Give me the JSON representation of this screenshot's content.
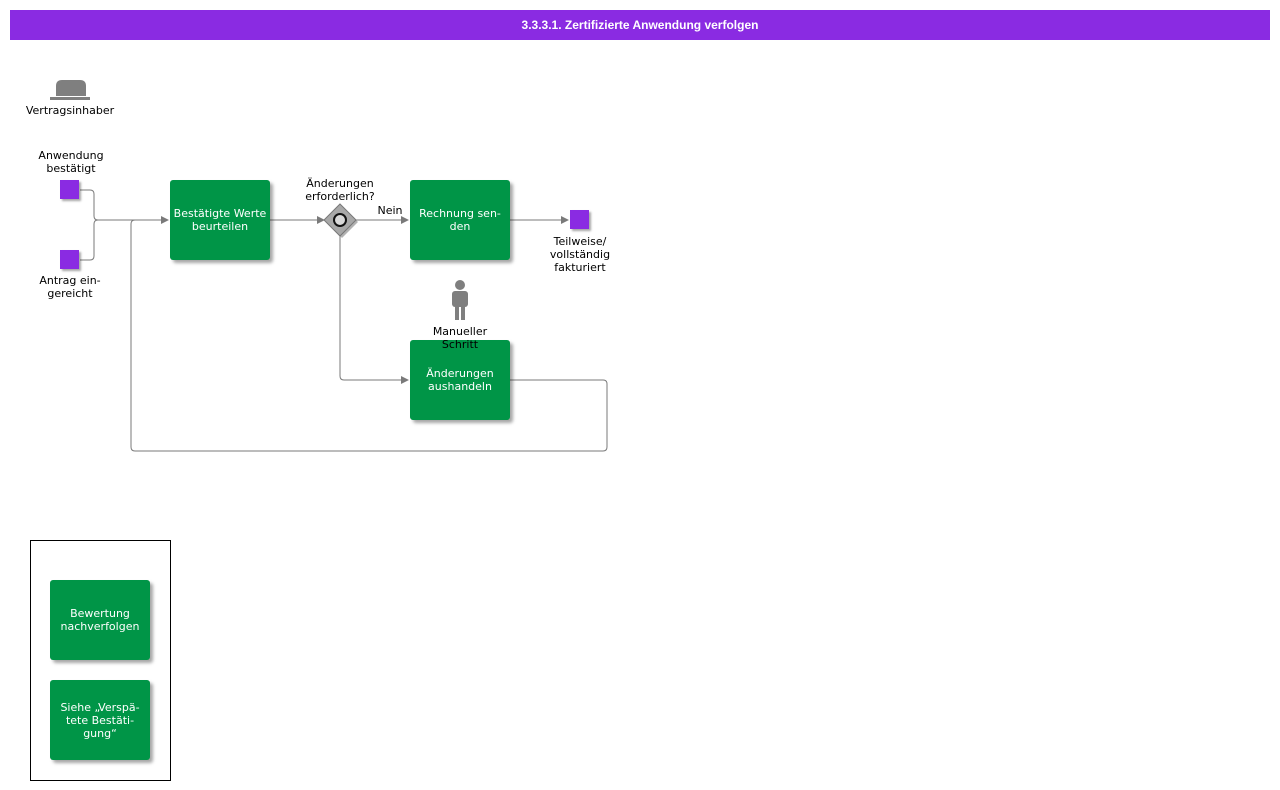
{
  "title": "3.3.3.1. Zertifizierte Anwendung verfolgen",
  "role": {
    "label": "Vertragsinhaber",
    "icon": "hat-icon"
  },
  "events": {
    "start1": "Anwendung\nbestätigt",
    "start2": "Antrag ein-\ngereicht",
    "end": "Teilweise/\nvollständig\nfakturiert"
  },
  "tasks": {
    "assess": "Bestätigte Werte\nbeurteilen",
    "invoice": "Rechnung sen-\nden",
    "negotiate": "Änderungen\naushandeln"
  },
  "gateway": {
    "question": "Änderungen\nerforderlich?",
    "branch_no": "Nein"
  },
  "manual_step": {
    "label": "Manueller\nSchritt",
    "icon": "person-icon"
  },
  "legend": {
    "items": [
      "Bewertung\nnachverfolgen",
      "Siehe „Verspä-\ntete Bestäti-\ngung“"
    ]
  },
  "colors": {
    "header": "#8a2be2",
    "task": "#009547",
    "event": "#8a2be2",
    "line": "#7a7a7a"
  }
}
